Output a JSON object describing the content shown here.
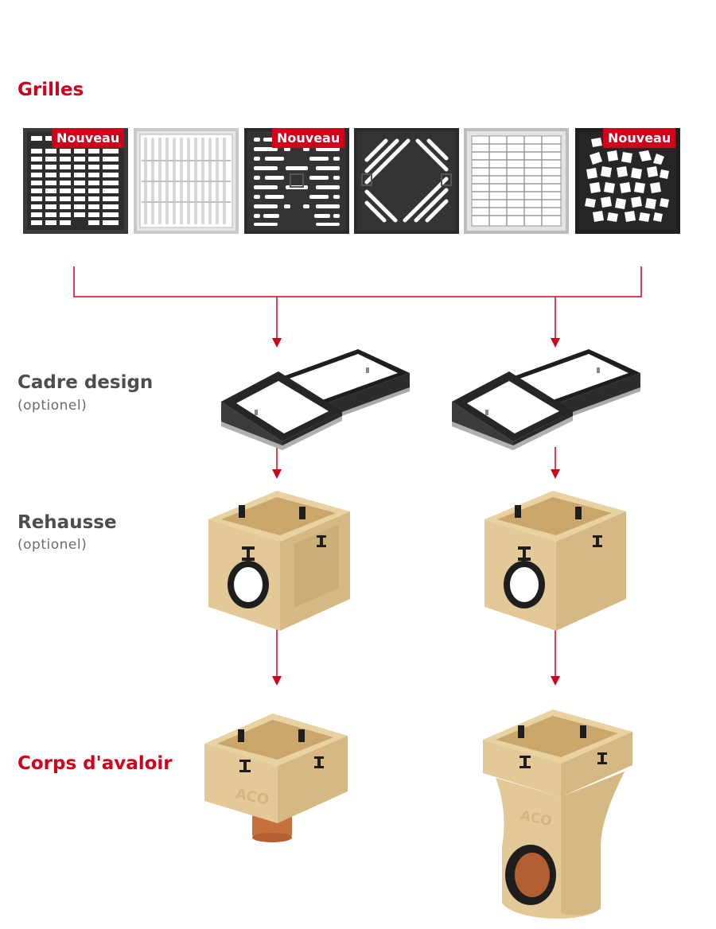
{
  "sections": {
    "grilles": "Grilles",
    "cadre": {
      "title": "Cadre design",
      "note": "(optionel)"
    },
    "rehausse": {
      "title": "Rehausse",
      "note": "(optionel)"
    },
    "corps": "Corps d'avaloir"
  },
  "badge_label": "Nouveau",
  "logo_text": "ACO",
  "grates": [
    {
      "style": "cast-iron-slots",
      "color": "dark",
      "new": true
    },
    {
      "style": "stainless-longitudinal",
      "color": "steel",
      "new": false
    },
    {
      "style": "cast-iron-dashes",
      "color": "dark",
      "new": true
    },
    {
      "style": "diagonal-bars",
      "color": "dark",
      "new": false
    },
    {
      "style": "stainless-mesh",
      "color": "steel",
      "new": false
    },
    {
      "style": "organic-cells",
      "color": "dark",
      "new": true
    }
  ],
  "colors": {
    "accent": "#d0021b",
    "concrete": "#e3c997",
    "frame": "#2b2b2b"
  }
}
